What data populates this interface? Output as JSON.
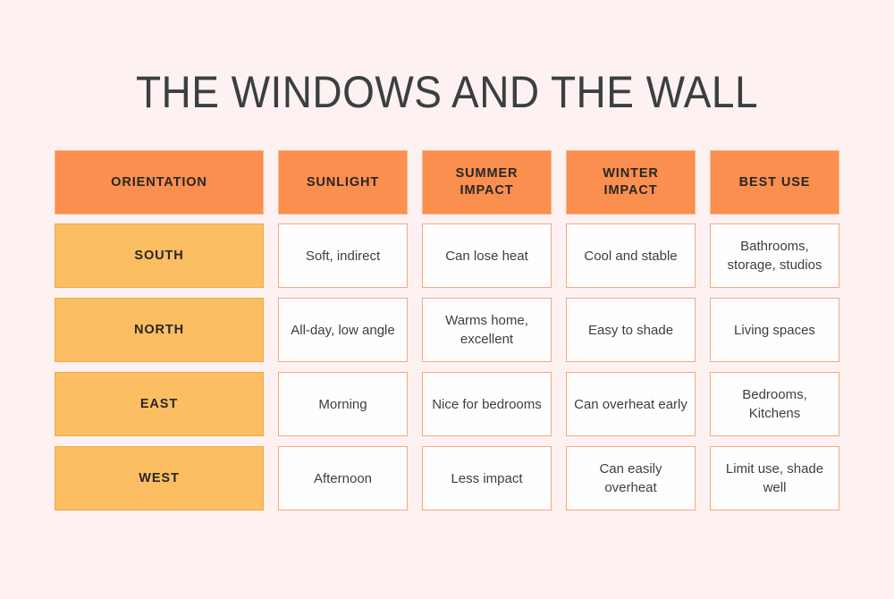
{
  "page": {
    "title": "THE WINDOWS AND THE WALL",
    "background_color": "#fdf2f1",
    "title_color": "#3a3f41",
    "header_color": "#fa8f4f",
    "row_label_color": "#fcbe63",
    "cell_border_color": "#f6a783",
    "cell_background_color": "#fefefe",
    "body_text_color": "#3b3f41"
  },
  "table": {
    "columns": [
      {
        "key": "orientation",
        "label": "ORIENTATION"
      },
      {
        "key": "sunlight",
        "label": "SUNLIGHT"
      },
      {
        "key": "summer_impact",
        "label": "SUMMER IMPACT"
      },
      {
        "key": "winter_impact",
        "label": "WINTER IMPACT"
      },
      {
        "key": "best_use",
        "label": "BEST USE"
      }
    ],
    "rows": [
      {
        "orientation": "SOUTH",
        "sunlight": "Soft, indirect",
        "summer_impact": "Can lose heat",
        "winter_impact": "Cool and stable",
        "best_use": "Bathrooms, storage, studios"
      },
      {
        "orientation": "NORTH",
        "sunlight": "All-day, low angle",
        "summer_impact": "Warms home, excellent",
        "winter_impact": "Easy to shade",
        "best_use": "Living spaces"
      },
      {
        "orientation": "EAST",
        "sunlight": "Morning",
        "summer_impact": "Nice for bedrooms",
        "winter_impact": "Can overheat early",
        "best_use": "Bedrooms, Kitchens"
      },
      {
        "orientation": "WEST",
        "sunlight": "Afternoon",
        "summer_impact": "Less impact",
        "winter_impact": "Can easily overheat",
        "best_use": "Limit use, shade well"
      }
    ]
  }
}
